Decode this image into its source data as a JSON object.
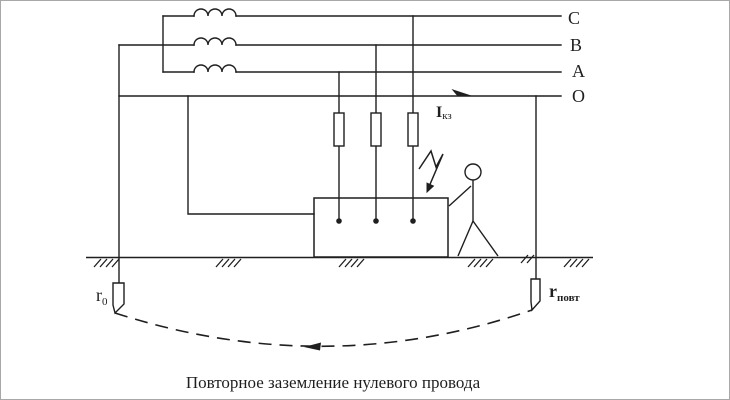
{
  "caption": "Повторное заземление нулевого провода",
  "phase_labels": {
    "c": "C",
    "b": "B",
    "a": "A",
    "o": "O"
  },
  "annotations": {
    "short_circuit_current": {
      "base": "I",
      "sub": "кз"
    },
    "system_ground_resistance": {
      "base": "r",
      "sub": "0"
    },
    "repeat_ground_resistance": {
      "base": "r",
      "sub": "повт"
    }
  },
  "colors": {
    "background": "#ffffff",
    "line": "#1f1f1f",
    "border": "#a8a8a8"
  }
}
